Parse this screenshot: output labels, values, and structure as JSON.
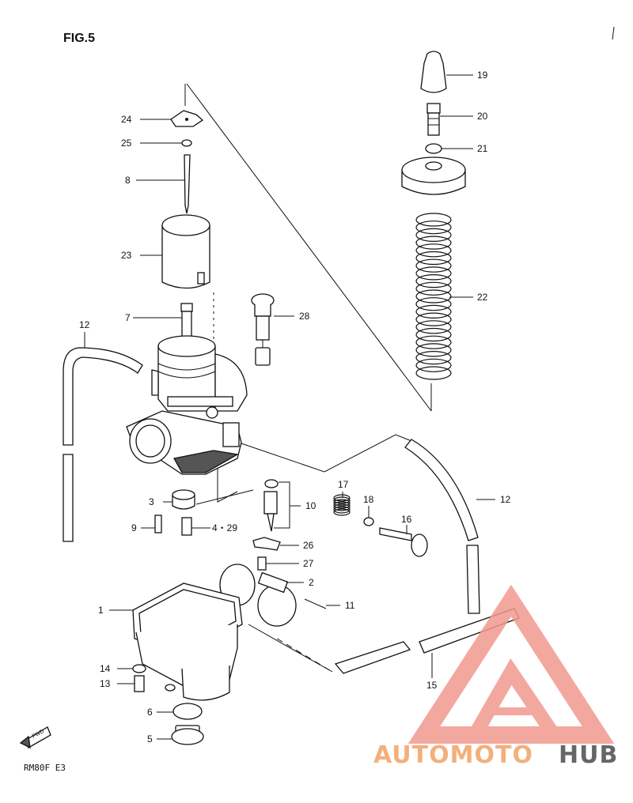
{
  "title": "FIG.5",
  "footer_code": "RM80F  E3",
  "fwd_label": "FWD",
  "watermark": {
    "part1": "AUTOMOTO",
    "part2": "HUB",
    "accent_color": "#e8473c",
    "text_color_1": "#f3b07c",
    "text_color_2": "#666666"
  },
  "callouts": {
    "c1": "1",
    "c2": "2",
    "c3": "3",
    "c4": "4・29",
    "c5": "5",
    "c6": "6",
    "c7": "7",
    "c8": "8",
    "c9": "9",
    "c10": "10",
    "c11": "11",
    "c12a": "12",
    "c12b": "12",
    "c13": "13",
    "c14": "14",
    "c15": "15",
    "c16": "16",
    "c17": "17",
    "c18": "18",
    "c19": "19",
    "c20": "20",
    "c21": "21",
    "c22": "22",
    "c23": "23",
    "c24": "24",
    "c25": "25",
    "c26": "26",
    "c27": "27",
    "c28": "28"
  }
}
